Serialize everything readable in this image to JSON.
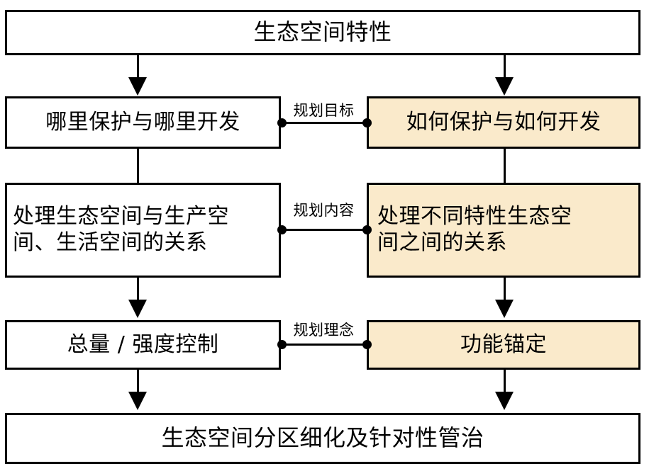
{
  "diagram": {
    "title_box": {
      "label": "生态空间特性",
      "fill": "#ffffff"
    },
    "bottom_box": {
      "label": "生态空间分区细化及针对性管治",
      "fill": "#ffffff"
    },
    "rows": [
      {
        "relation_label": "规划目标",
        "left": {
          "label": "哪里保护与哪里开发",
          "fill": "#ffffff"
        },
        "right": {
          "label": "如何保护与如何开发",
          "fill": "#faeacb"
        }
      },
      {
        "relation_label": "规划内容",
        "left": {
          "label": "处理生态空间与生产空\n间、生活空间的关系",
          "fill": "#ffffff"
        },
        "right": {
          "label": "处理不同特性生态空\n间之间的关系",
          "fill": "#faeacb"
        }
      },
      {
        "relation_label": "规划理念",
        "left": {
          "label": "总量 / 强度控制",
          "fill": "#ffffff"
        },
        "right": {
          "label": "功能锚定",
          "fill": "#faeacb"
        }
      }
    ],
    "colors": {
      "stroke": "#000000",
      "accent_fill": "#faeacb",
      "plain_fill": "#ffffff",
      "background": "#ffffff"
    }
  }
}
